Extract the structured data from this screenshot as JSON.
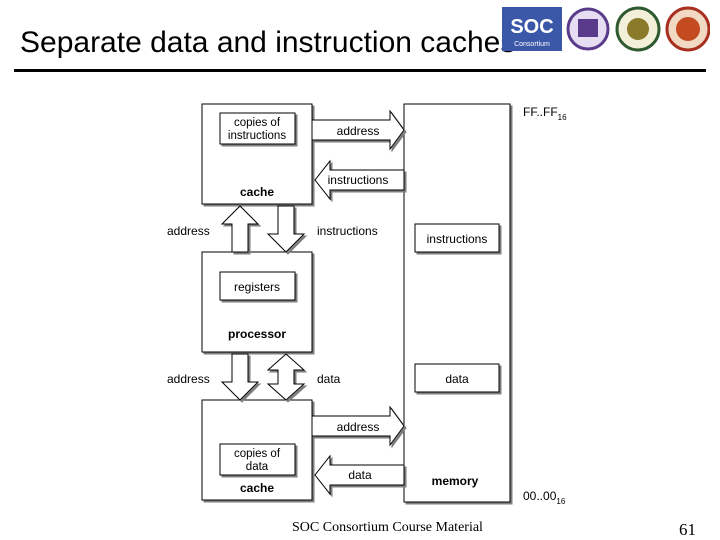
{
  "slide": {
    "title": "Separate data and instruction caches",
    "footer": "SOC Consortium Course Material",
    "page_number": "61"
  },
  "logos": {
    "soc_text": "SOC",
    "soc_sub": "Consortium"
  },
  "diagram": {
    "top_cache": {
      "inner": [
        "copies of",
        "instructions"
      ],
      "label": "cache"
    },
    "processor": {
      "inner": "registers",
      "label": "processor"
    },
    "bottom_cache": {
      "inner": [
        "copies of",
        "data"
      ],
      "label": "cache"
    },
    "memory": {
      "label": "memory",
      "top_address": "FF..FF",
      "top_sub": "16",
      "bottom_address": "00..00",
      "bottom_sub": "16",
      "instr_region": "instructions",
      "data_region": "data"
    },
    "arrows": {
      "top_address": "address",
      "top_instructions": "instructions",
      "mid_address": "address",
      "mid_instructions": "instructions",
      "low_address": "address",
      "low_data": "data",
      "bottom_address": "address",
      "bottom_data": "data"
    }
  }
}
